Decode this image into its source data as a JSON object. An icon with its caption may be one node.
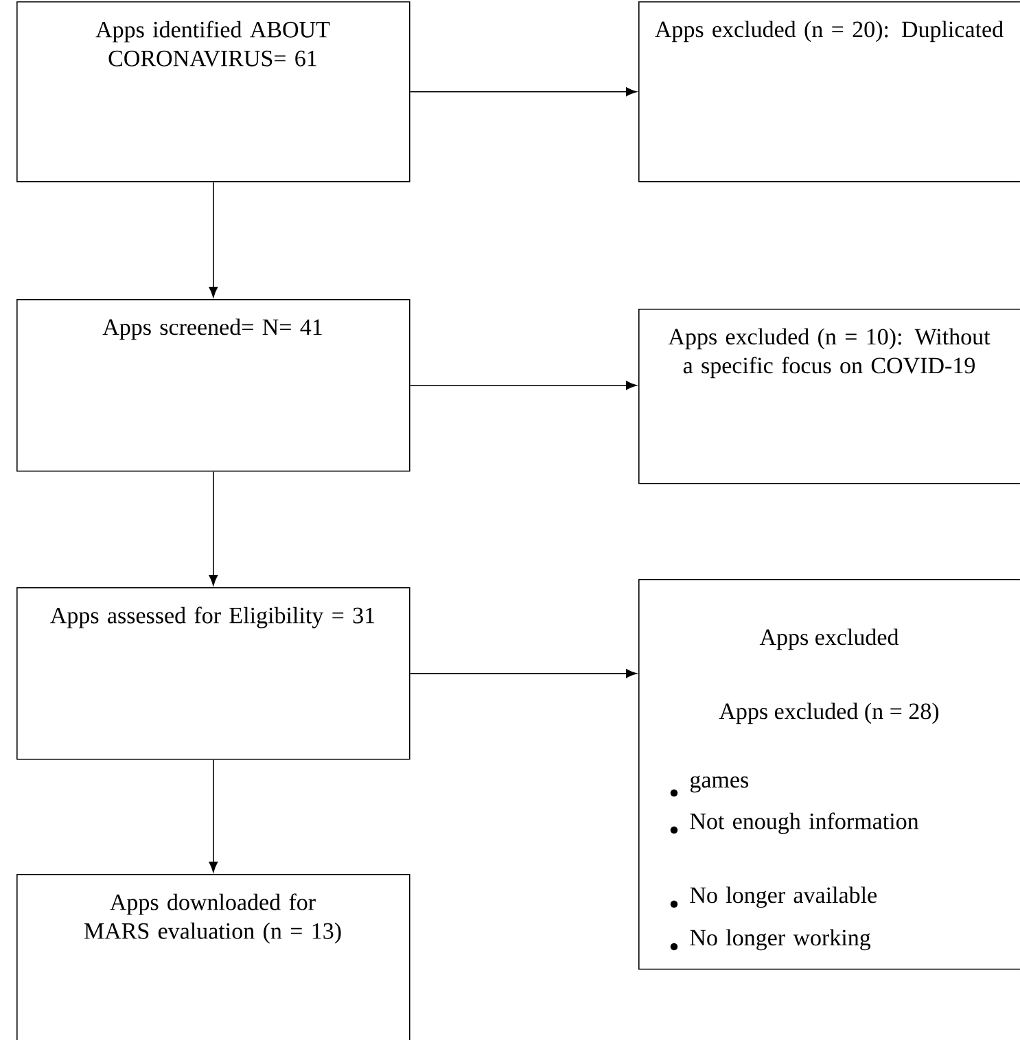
{
  "diagram": {
    "nodes": [
      {
        "text": [
          "Apps identified ABOUT CORONAVIRUS= 61"
        ]
      },
      {
        "text": [
          "Apps excluded (n = 20): Duplicated"
        ]
      },
      {
        "text": [
          "Apps screened= N= 41"
        ]
      },
      {
        "text": [
          "Apps excluded (n = 10): Without a specific focus on COVID-19"
        ]
      },
      {
        "text": [
          "Apps assessed for Eligibility = 31"
        ]
      },
      {
        "text": [
          "Apps excluded",
          "Apps excluded (n = 28)",
          "games",
          "Not enough information",
          "No longer available",
          "No longer working"
        ]
      },
      {
        "text": [
          "Apps downloaded for MARS evaluation (n = 13)"
        ]
      }
    ],
    "edges": [
      {
        "from": 0,
        "to": 1,
        "arrow": "to"
      },
      {
        "from": 0,
        "to": 2,
        "arrow": "to"
      },
      {
        "from": 2,
        "to": 3,
        "arrow": "to"
      },
      {
        "from": 2,
        "to": 4,
        "arrow": "to"
      },
      {
        "from": 4,
        "to": 5,
        "arrow": "to"
      },
      {
        "from": 4,
        "to": 6,
        "arrow": "to"
      }
    ]
  }
}
